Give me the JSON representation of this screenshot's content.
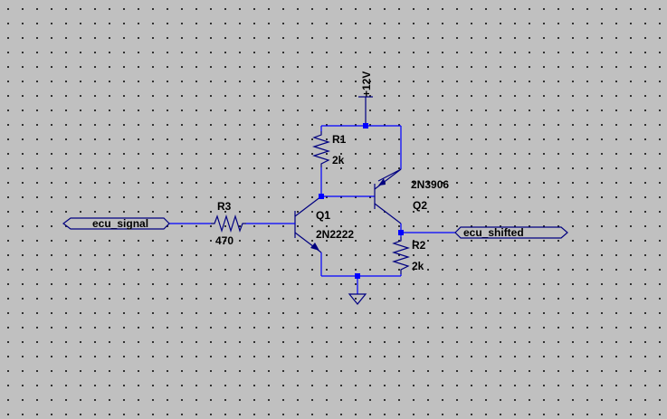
{
  "supply": {
    "label": "+12V"
  },
  "components": {
    "r1": {
      "name": "R1",
      "value": "2k"
    },
    "r2": {
      "name": "R2",
      "value": "2k"
    },
    "r3": {
      "name": "R3",
      "value": "470"
    },
    "q1": {
      "name": "Q1",
      "part": "2N2222"
    },
    "q2": {
      "name": "Q2",
      "part": "2N3906"
    }
  },
  "net_labels": {
    "input": "ecu_signal",
    "output": "ecu_shifted"
  },
  "colors": {
    "background": "#c0c0c0",
    "wire": "#0000ff",
    "component": "#000080",
    "text": "#000000"
  }
}
